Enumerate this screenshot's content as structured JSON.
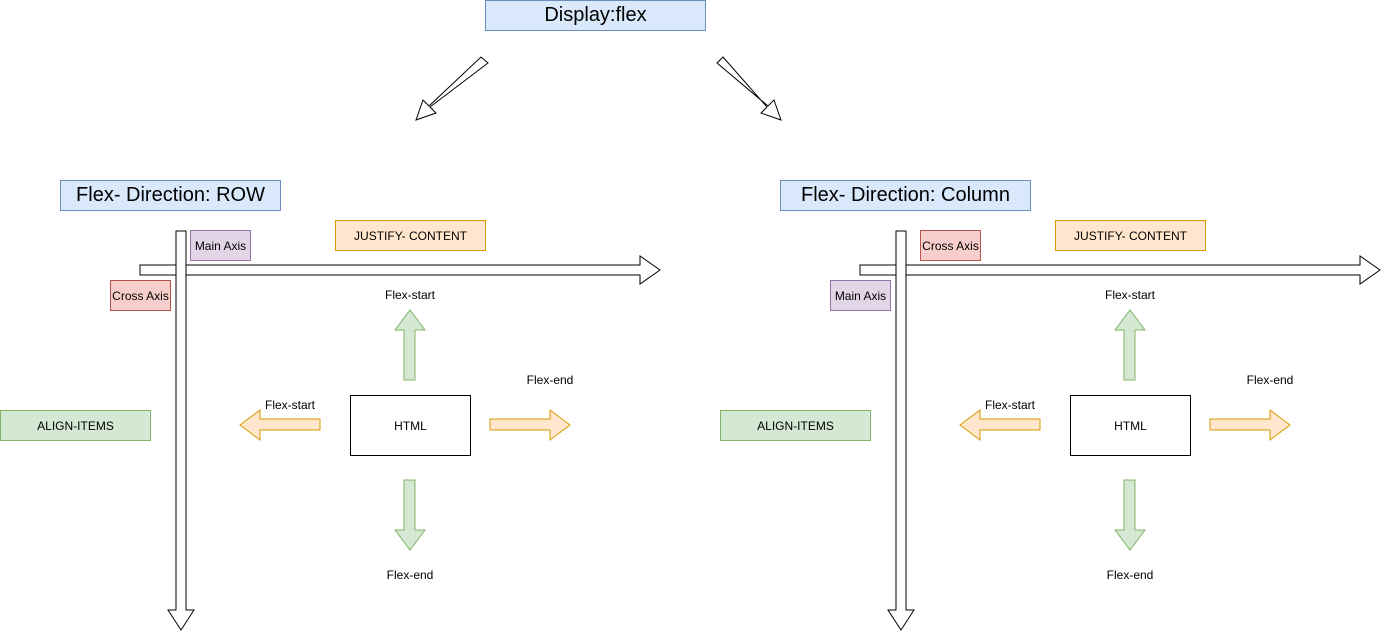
{
  "title": "Display:flex",
  "panels": [
    {
      "heading": "Flex- Direction: ROW",
      "top_axis_tag": "Main Axis",
      "left_axis_tag": "Cross Axis",
      "justify": "JUSTIFY- CONTENT",
      "align": "ALIGN-ITEMS",
      "center": "HTML",
      "top_label": "Flex-start",
      "bottom_label": "Flex-end",
      "left_label": "Flex-start",
      "right_label": "Flex-end"
    },
    {
      "heading": "Flex- Direction: Column",
      "top_axis_tag": "Cross Axis",
      "left_axis_tag": "Main Axis",
      "justify": "JUSTIFY- CONTENT",
      "align": "ALIGN-ITEMS",
      "center": "HTML",
      "top_label": "Flex-start",
      "bottom_label": "Flex-end",
      "left_label": "Flex-start",
      "right_label": "Flex-end"
    }
  ],
  "colors": {
    "blue_fill": "#dae8fc",
    "blue_stroke": "#6c8ebf",
    "purple_fill": "#e1d5e7",
    "purple_stroke": "#9673a6",
    "red_fill": "#f8cecc",
    "red_stroke": "#b85450",
    "orange_fill": "#ffe6cc",
    "orange_stroke": "#d79b00",
    "green_fill": "#d5e8d4",
    "green_stroke": "#82b366"
  }
}
